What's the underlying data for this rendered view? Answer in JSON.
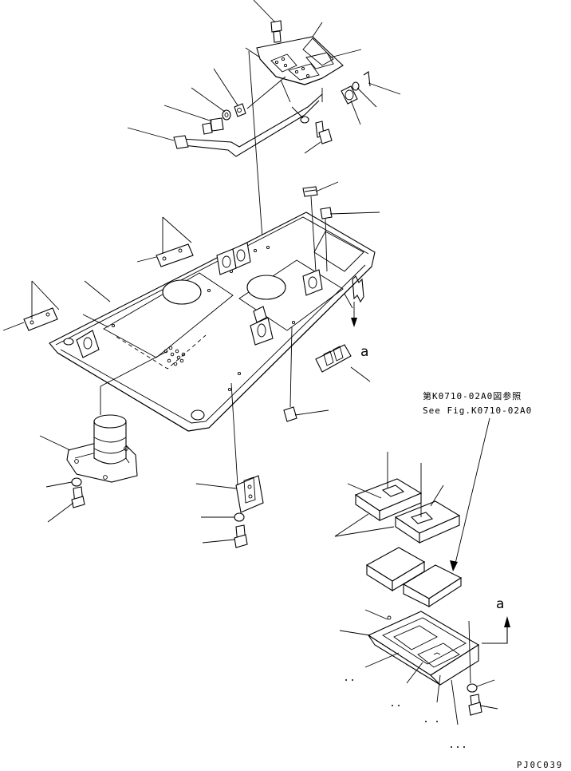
{
  "reference": {
    "japanese": "第K0710-02A0図参照",
    "english": "See Fig.K0710-02A0"
  },
  "view_marker_upper": "a",
  "view_marker_lower": "a",
  "drawing_code": "PJ0C039"
}
